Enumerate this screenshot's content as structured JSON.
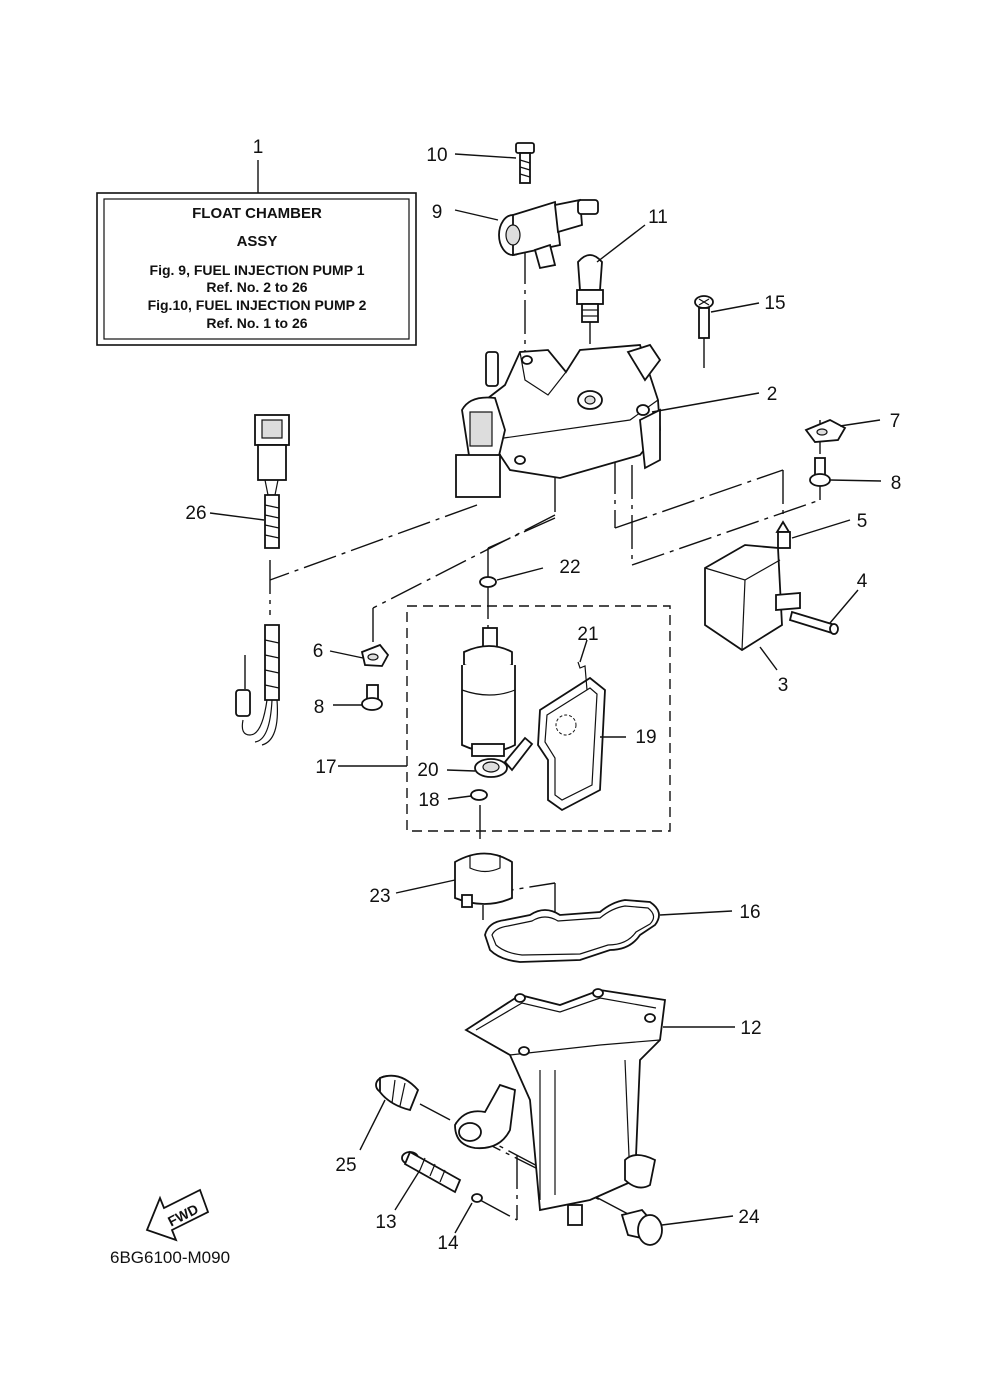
{
  "info_box": {
    "callout": "1",
    "title_line1": "FLOAT CHAMBER",
    "title_line2": "ASSY",
    "line3": "Fig.  9, FUEL INJECTION PUMP 1",
    "line4": "Ref. No. 2 to 26",
    "line5": "Fig.10, FUEL INJECTION PUMP 2",
    "line6": "Ref. No. 1 to 26"
  },
  "callouts": {
    "c2": "2",
    "c3": "3",
    "c4": "4",
    "c5": "5",
    "c6": "6",
    "c7": "7",
    "c8a": "8",
    "c8b": "8",
    "c9": "9",
    "c10": "10",
    "c11": "11",
    "c12": "12",
    "c13": "13",
    "c14": "14",
    "c15": "15",
    "c16": "16",
    "c17": "17",
    "c18": "18",
    "c19": "19",
    "c20": "20",
    "c21": "21",
    "c22": "22",
    "c23": "23",
    "c24": "24",
    "c25": "25",
    "c26": "26"
  },
  "direction_label": "FWD",
  "drawing_code": "6BG6100-M090"
}
